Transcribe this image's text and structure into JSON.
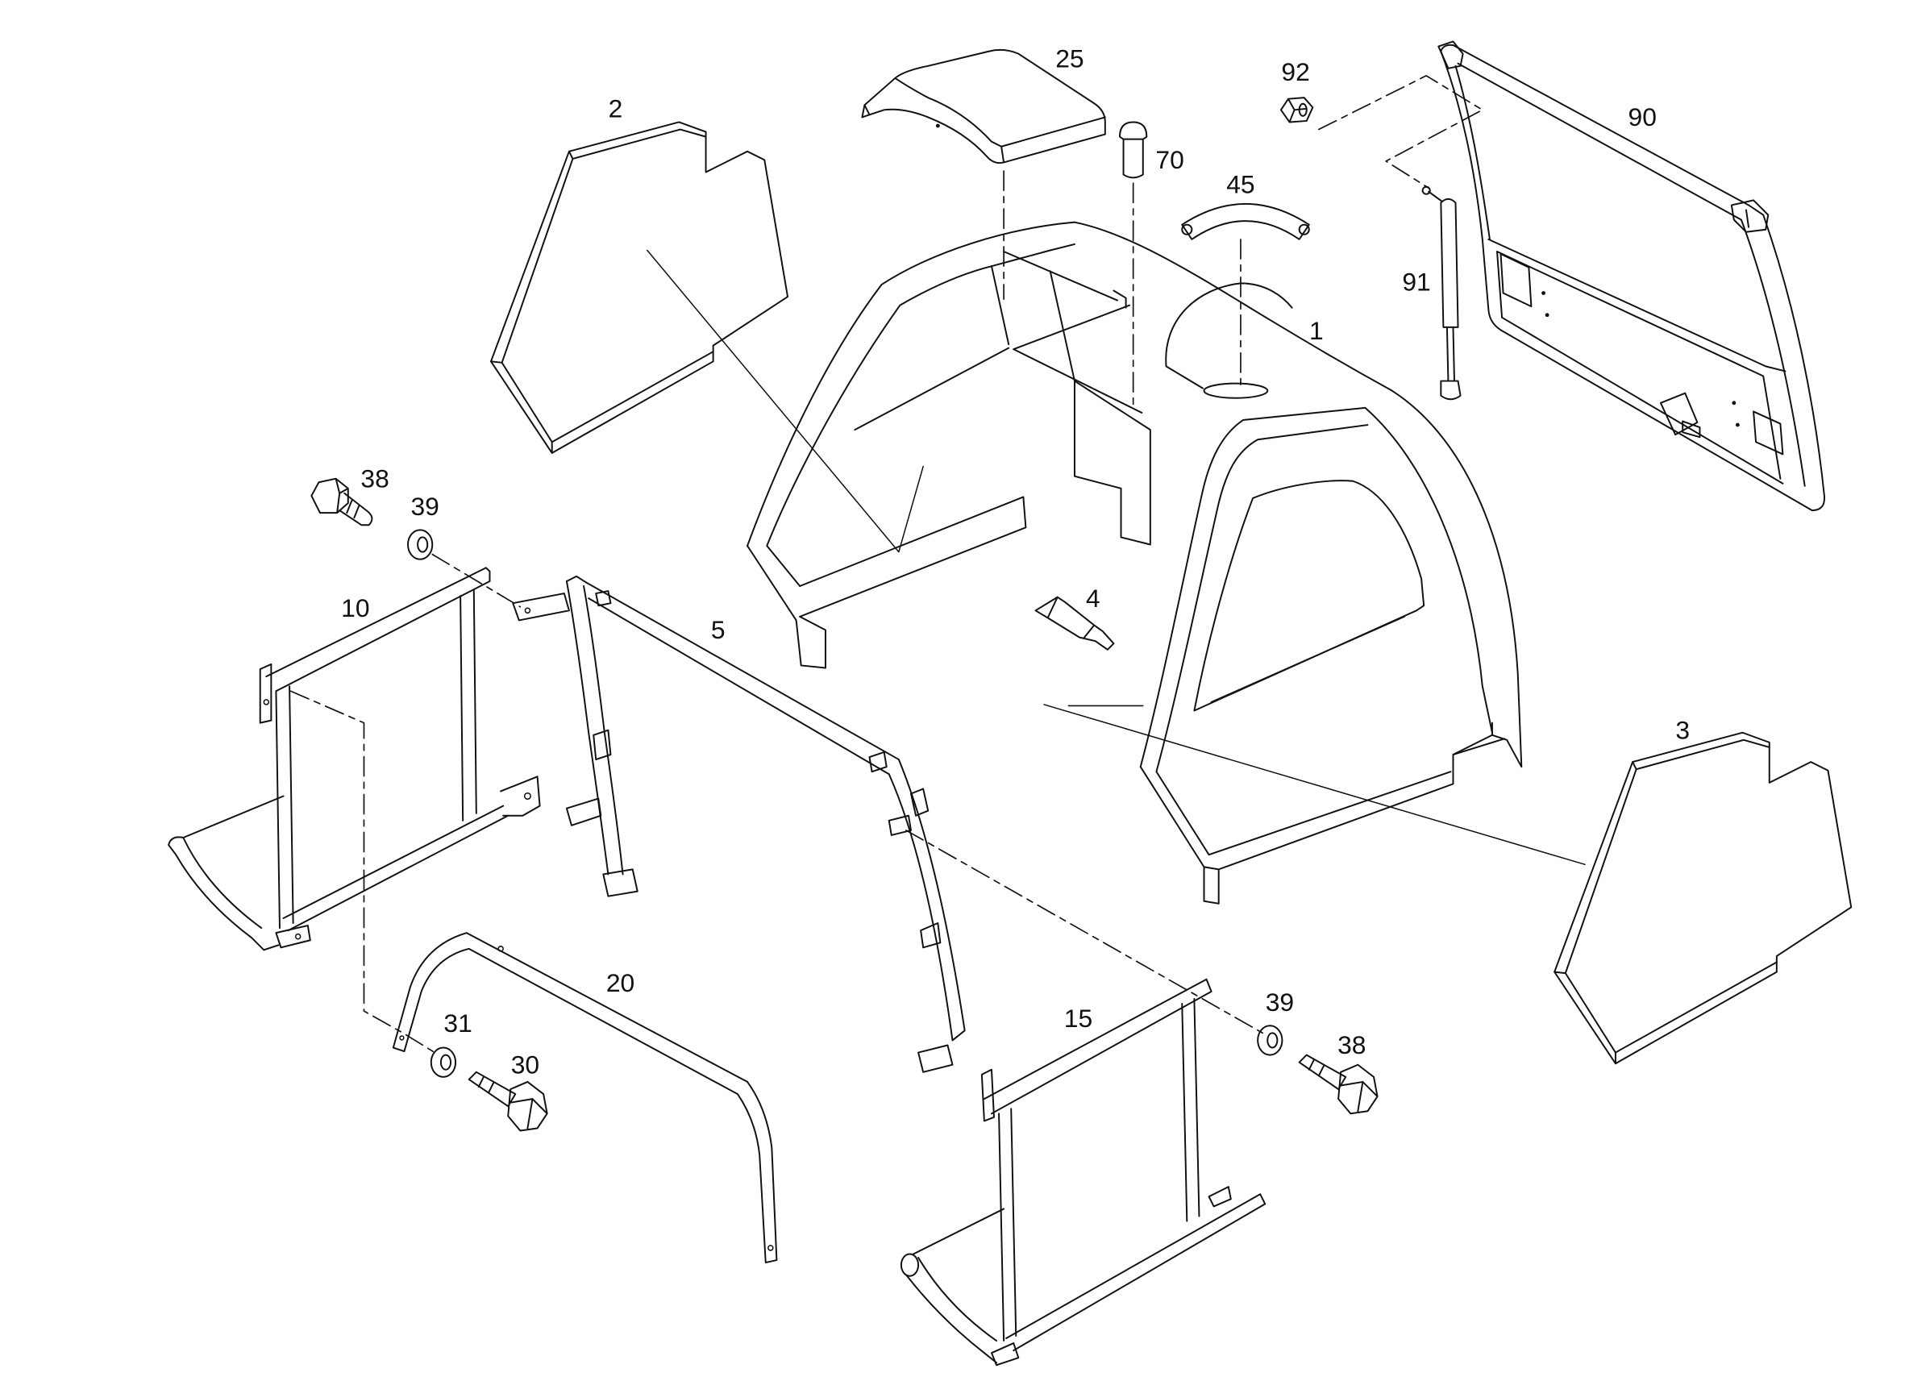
{
  "callouts": [
    "25",
    "2",
    "92",
    "90",
    "70",
    "45",
    "91",
    "1",
    "38",
    "39",
    "10",
    "5",
    "4",
    "3",
    "20",
    "15",
    "39",
    "38",
    "31",
    "30"
  ]
}
